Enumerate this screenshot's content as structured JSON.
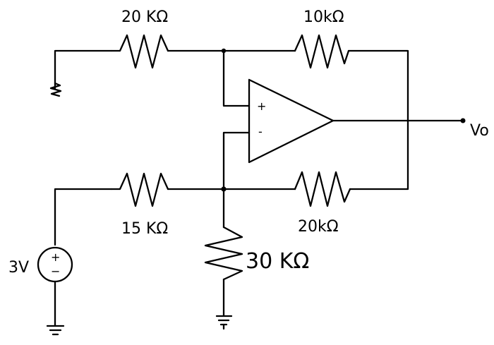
{
  "resistors": {
    "r_top_left": "20 KΩ",
    "r_top_right": "10kΩ",
    "r_bottom_left": "15 KΩ",
    "r_bottom_right": "20kΩ",
    "r_to_ground": "30 KΩ"
  },
  "source": {
    "label": "3V",
    "plus": "+",
    "minus": "−"
  },
  "op_amp": {
    "noninverting": "+",
    "inverting": "-"
  },
  "output": {
    "label": "Vo"
  }
}
